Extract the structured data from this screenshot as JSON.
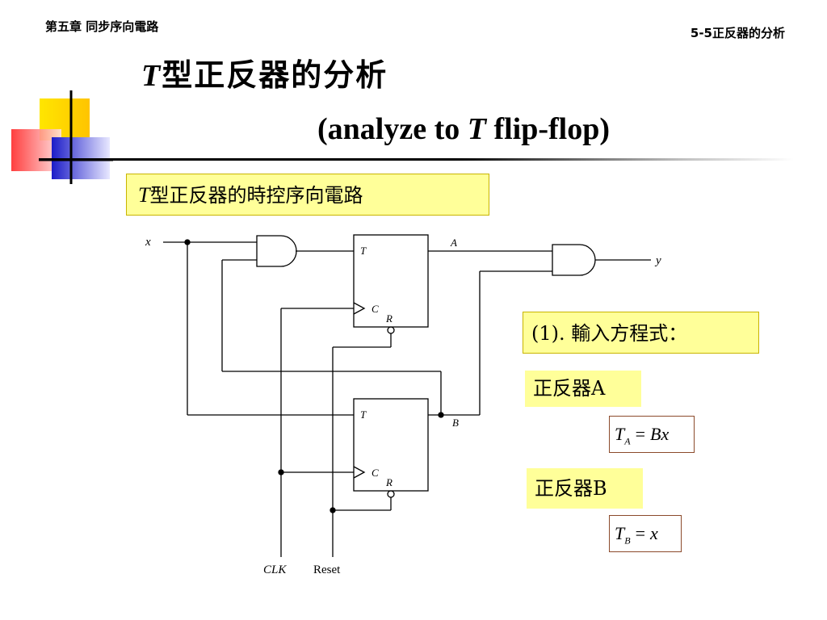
{
  "header": {
    "chapter": "第五章 同步序向電路",
    "section": "5-5正反器的分析"
  },
  "title": {
    "letter": "T",
    "text": "型正反器的分析",
    "subtitle_pre": "(analyze to ",
    "subtitle_letter": "T",
    "subtitle_post": " flip-flop)"
  },
  "callouts": {
    "circuit_title_letter": "T",
    "circuit_title_text": "型正反器的時控序向電路",
    "input_equations": "(1). 輸入方程式：",
    "ff_a": "正反器A",
    "ff_b": "正反器B"
  },
  "equations": {
    "ta_lhs": "T",
    "ta_sub": "A",
    "ta_op": "=",
    "ta_rhs": "Bx",
    "tb_lhs": "T",
    "tb_sub": "B",
    "tb_op": "=",
    "tb_rhs": "x"
  },
  "circuit": {
    "input_x": "x",
    "output_y": "y",
    "out_a": "A",
    "out_b": "B",
    "pin_t": "T",
    "pin_c": "C",
    "pin_r": "R",
    "clk": "CLK",
    "reset": "Reset"
  },
  "colors": {
    "box_fill": "#ffff99",
    "deco_yellow": "#ffd700",
    "deco_red": "#ff3b3b",
    "deco_blue": "#2a2ad0"
  }
}
